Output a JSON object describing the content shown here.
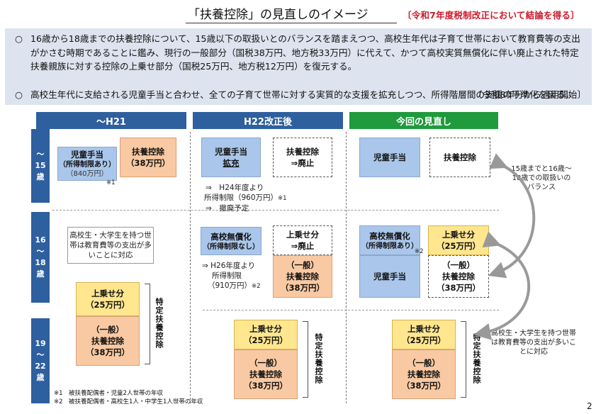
{
  "header": {
    "title": "「扶養控除」の見直しのイメージ",
    "badge": "〔令和7年度税制改正において結論を得る〕"
  },
  "intro": {
    "bullet_mark": "○",
    "bullet1": "16歳から18歳までの扶養控除について、15歳以下の取扱いとのバランスを踏まえつつ、高校生年代は子育て世帯において教育費等の支出がかさむ時期であることに鑑み、現行の一般部分（国税38万円、地方税33万円）に代えて、かつて高校実質無償化に伴い廃止された特定扶養親族に対する控除の上乗せ部分（国税25万円、地方税12万円）を復元する。",
    "bullet2": "高校生年代に支給される児童手当と合わせ、全ての子育て世帯に対する実質的な支援を拡充しつつ、所得階層間の支援の平準化を図る。",
    "apply": "〔令和8年分から適用開始〕"
  },
  "columns": {
    "h1": "～H21",
    "h2": "H22改正後",
    "h3": "今回の見直し"
  },
  "rows": {
    "r1": "～\n15\n歳",
    "r2": "16\n～\n18\n歳",
    "r3": "19\n～\n22\n歳"
  },
  "boxes": {
    "c1_child": "児童手当",
    "c1_child_sub": "（所得制限あり）",
    "c1_child_amt": "（840万円）",
    "c1_fuyo": "扶養控除",
    "c1_fuyo_amt": "（38万円）",
    "c1_note16": "高校生・大学生を持つ世帯は教育費等の支出が多いことに対応",
    "c1_jo": "上乗せ分",
    "c1_jo_amt": "（25万円）",
    "c1_gen": "（一般）",
    "c1_gen2": "扶養控除",
    "c1_gen_amt": "（38万円）",
    "tokutei": "特定扶養控除",
    "c2_child": "児童手当",
    "c2_child_sub": "拡充",
    "c2_fuyo": "扶養控除",
    "c2_fuyo_sub": "⇒廃止",
    "c2_note1a": "⇒　H24年度より",
    "c2_note1b": "所得制限（960万円）",
    "c2_note1c": "⇒　撤廃予定",
    "c2_musho": "高校無償化",
    "c2_musho_sub": "（所得制限なし）",
    "c2_jo": "上乗せ分",
    "c2_jo_sub": "⇒廃止",
    "c2_note2a": "⇒  H26年度より",
    "c2_note2b": "所得制限",
    "c2_note2c": "（910万円）",
    "c2_gen": "（一般）",
    "c2_gen2": "扶養控除",
    "c2_gen_amt": "（38万円）",
    "c2_jo3": "上乗せ分",
    "c2_jo3_amt": "（25万円）",
    "c2_gen3": "（一般）",
    "c2_gen3b": "扶養控除",
    "c2_gen3_amt": "（38万円）",
    "c3_child": "児童手当",
    "c3_fuyo": "扶養控除",
    "c3_musho": "高校無償化",
    "c3_musho_sub": "（所得制限あり）",
    "c3_child2": "児童手当",
    "c3_jo": "上乗せ分",
    "c3_jo_amt": "（25万円）",
    "c3_gen": "（一般）",
    "c3_gen2": "扶養控除",
    "c3_gen_amt": "（38万円）",
    "c3_jo3": "上乗せ分",
    "c3_jo3_amt": "（25万円）",
    "c3_gen3": "（一般）",
    "c3_gen3b": "扶養控除",
    "c3_gen3_amt": "（38万円）"
  },
  "markers": {
    "m1": "※1",
    "m2": "※2"
  },
  "side_notes": {
    "balance": "15歳までと16歳～18歳での取扱いのバランス",
    "edu": "高校生・大学生を持つ世帯は教育費等の支出が多いことに対応"
  },
  "footnotes": {
    "f1": "※1　被扶養配偶者・児童2人世帯の年収",
    "f2": "※2　被扶養配偶者・高校生1人・中学生1人世帯の年収"
  },
  "page_number": "2",
  "colors": {
    "header_blue": "#2e5f9e",
    "header_green": "#1f9a3c",
    "box_blue": "#aac6ea",
    "box_orange": "#f8c9a2",
    "box_yellow": "#ffe68f",
    "badge_red": "#d0182a",
    "intro_bg": "#dde4ef"
  }
}
